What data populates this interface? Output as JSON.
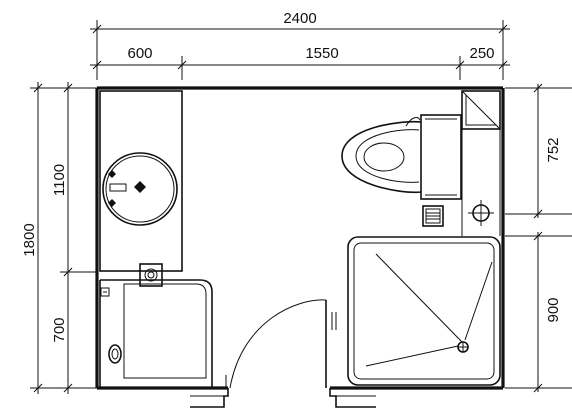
{
  "dimensions": {
    "top_total": "2400",
    "top_left": "600",
    "top_mid": "1550",
    "top_right": "250",
    "left_total": "1800",
    "left_upper": "1100",
    "left_lower": "700",
    "right_upper": "752",
    "right_lower": "900"
  }
}
